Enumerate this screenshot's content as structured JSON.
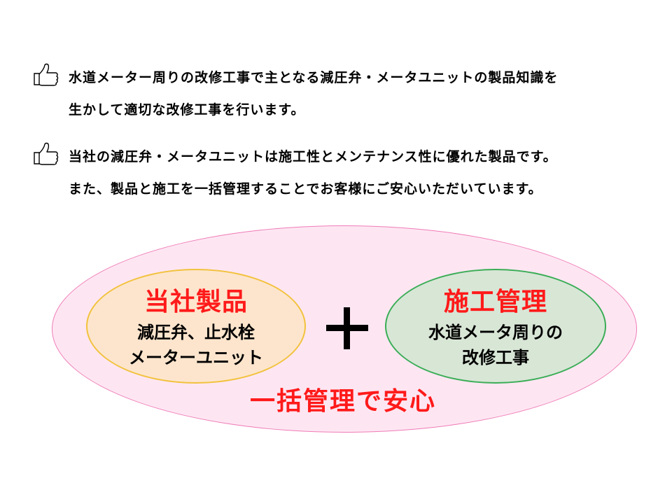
{
  "bullets": [
    {
      "icon": "thumbs-up-icon",
      "line1": "水道メーター周りの改修工事で主となる減圧弁・メータユニットの製品知識を",
      "line2": "生かして適切な改修工事を行います。"
    },
    {
      "icon": "thumbs-up-icon",
      "line1": "当社の減圧弁・メータユニットは施工性とメンテナンス性に優れた製品です。",
      "line2": "また、製品と施工を一括管理することでお客様にご安心いただいています。"
    }
  ],
  "diagram": {
    "left": {
      "title": "当社製品",
      "line1": "減圧弁、止水栓",
      "line2": "メーターユニット"
    },
    "operator": "plus-icon",
    "right": {
      "title": "施工管理",
      "line1": "水道メータ周りの",
      "line2": "改修工事"
    },
    "bottom": "一括管理で安心"
  },
  "colors": {
    "outer_fill": "#fde6f2",
    "outer_stroke": "#f07cb8",
    "left_fill": "#fde5cd",
    "left_stroke": "#f2c23c",
    "right_fill": "#d8e6d6",
    "right_stroke": "#3aad56",
    "accent_red": "#ff1a1a"
  }
}
